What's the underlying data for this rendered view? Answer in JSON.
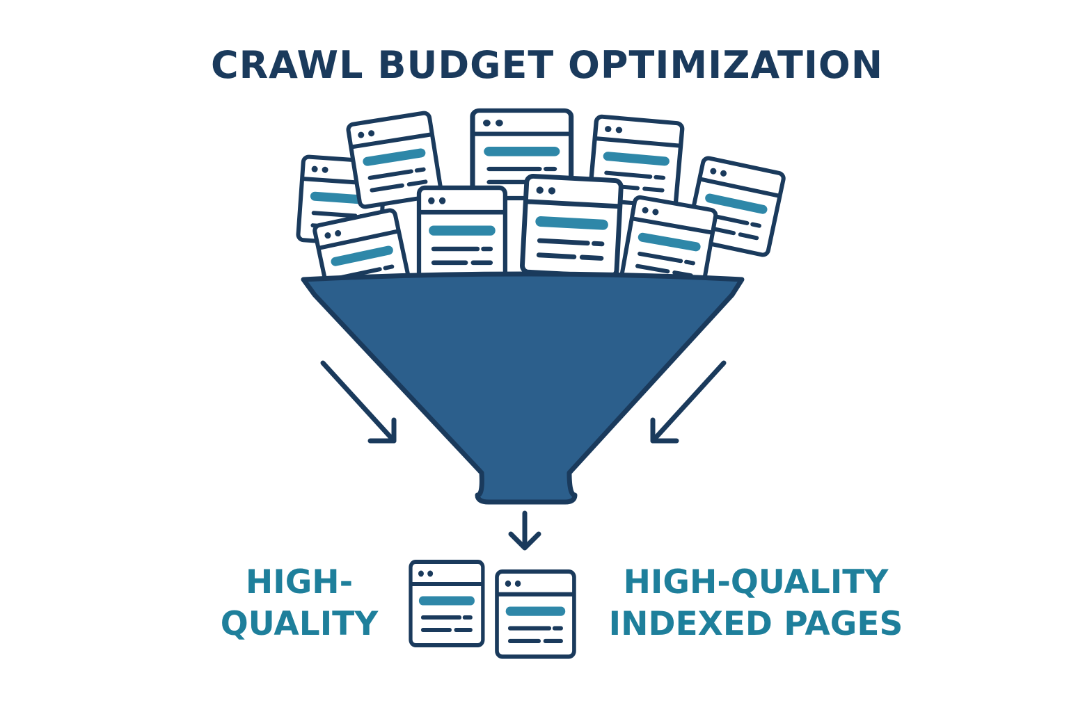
{
  "title": "CRAWL BUDGET OPTIMIZATION",
  "left_label": {
    "line1": "HIGH-",
    "line2": "QUALITY"
  },
  "right_label": {
    "line1": "HIGH-QUALITY",
    "line2": "INDEXED PAGES"
  },
  "colors": {
    "navy": "#1a3a5c",
    "funnel_fill": "#2c5f8c",
    "accent_teal": "#2e87a8",
    "label_teal": "#1e7f9b",
    "background": "#ffffff"
  },
  "icons": {
    "input_pages": "browser-window-icon",
    "funnel": "funnel-icon",
    "output_pages": "browser-window-icon",
    "arrows": "arrow-icon"
  }
}
